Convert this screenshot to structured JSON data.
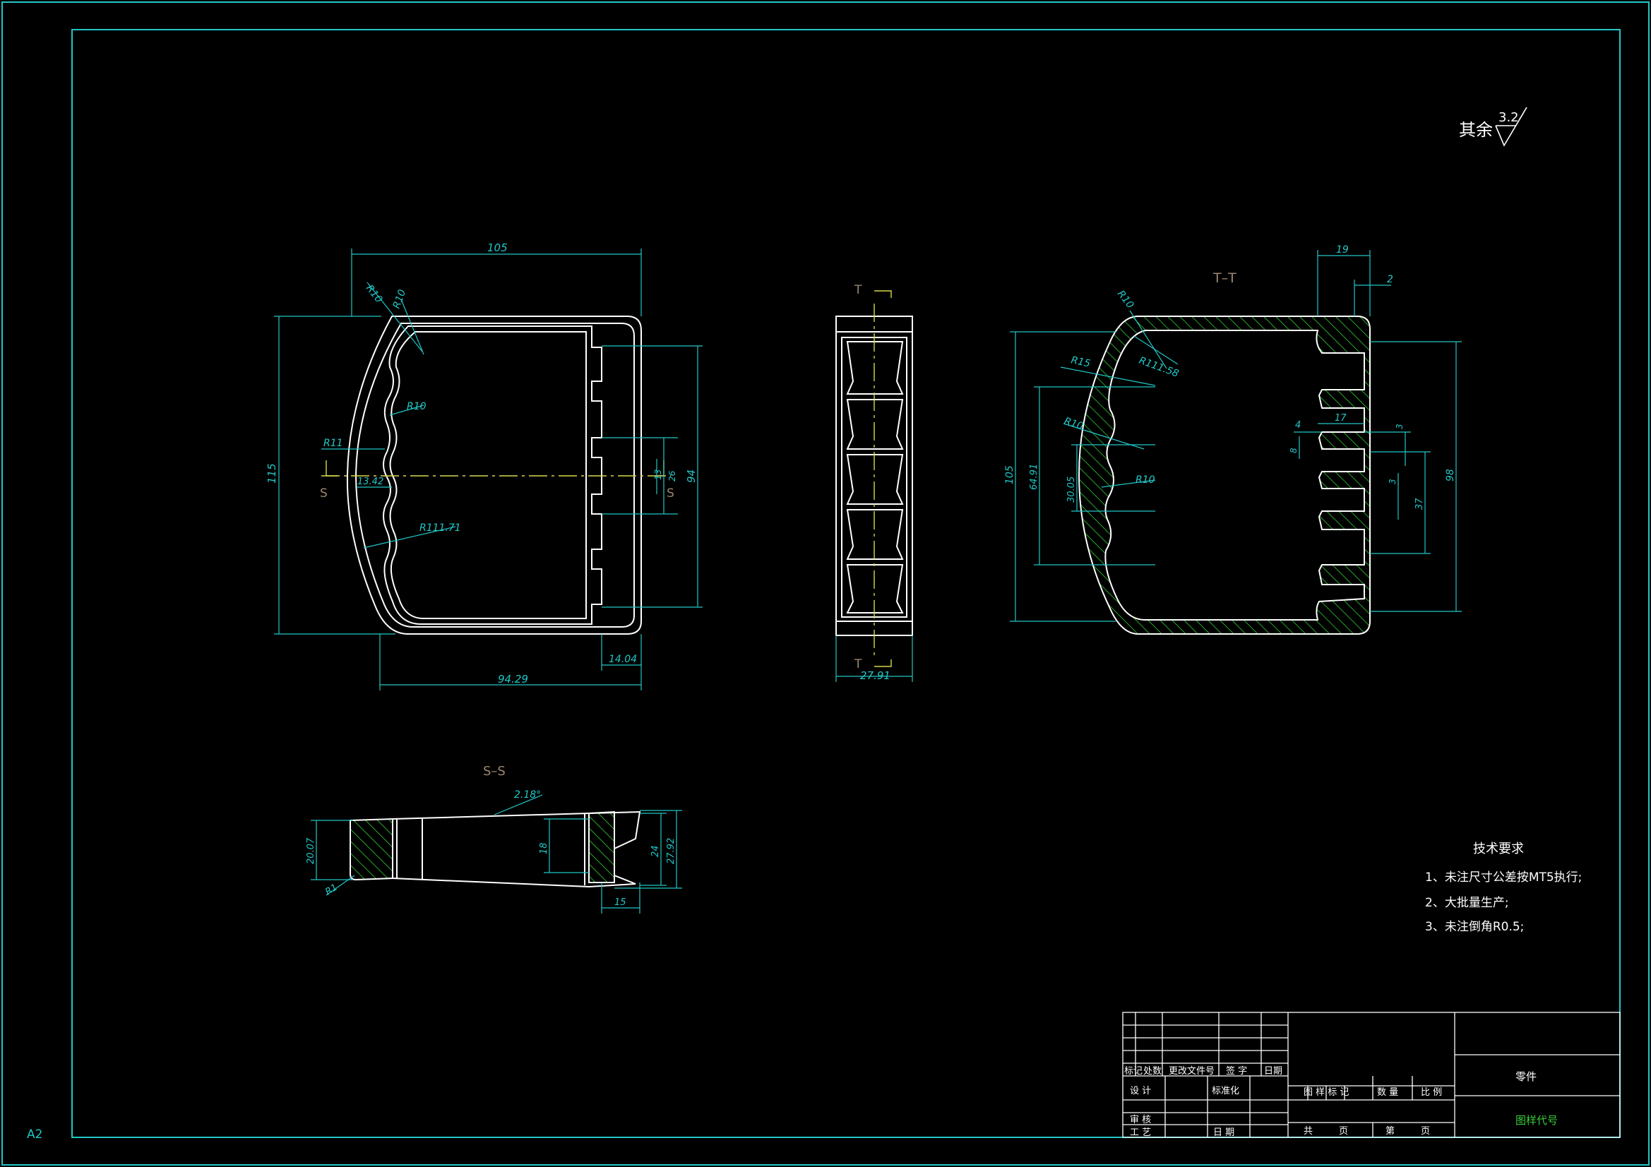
{
  "sheet": {
    "size_label": "A2"
  },
  "roughness": {
    "prefix": "其余",
    "value": "3.2"
  },
  "views": {
    "front": {
      "dims": [
        "105",
        "115",
        "94",
        "94.29",
        "14.04",
        "R10",
        "R10",
        "R10",
        "R11",
        "13.42",
        "R111.71",
        "13",
        "26"
      ],
      "section_marks": [
        "S",
        "S"
      ]
    },
    "side": {
      "dims": [
        "27.91"
      ],
      "section_marks": [
        "T",
        "T"
      ]
    },
    "section_tt": {
      "title": "T–T",
      "dims": [
        "19",
        "2",
        "R10",
        "R111.58",
        "R15",
        "R10",
        "R10",
        "105",
        "64.91",
        "30.05",
        "4",
        "17",
        "3",
        "8",
        "3",
        "37",
        "98"
      ]
    },
    "section_ss": {
      "title": "S–S",
      "dims": [
        "2.18°",
        "20.07",
        "R1",
        "18",
        "24",
        "27.92",
        "15"
      ]
    }
  },
  "tech_requirements": {
    "title": "技术要求",
    "items": [
      "1、未注尺寸公差按MT5执行;",
      "2、大批量生产;",
      "3、未注倒角R0.5;"
    ]
  },
  "title_block": {
    "part_name": "零件",
    "drawing_code": "图样代号",
    "row_labels": [
      "标记",
      "处数",
      "更改文件号",
      "签 字",
      "日期"
    ],
    "left_labels": [
      "设 计",
      "标准化",
      "审 核",
      "工 艺",
      "日 期"
    ],
    "mid_labels": [
      "图 样 标 记",
      "数 量",
      "比 例"
    ],
    "sheet_labels": [
      "共",
      "页",
      "第",
      "页"
    ]
  },
  "colors": {
    "frame": "#22c7c7",
    "outline": "#ffffff",
    "hatch": "#2fcf2f",
    "centerline": "#d8d84a",
    "title": "#9b8670"
  }
}
